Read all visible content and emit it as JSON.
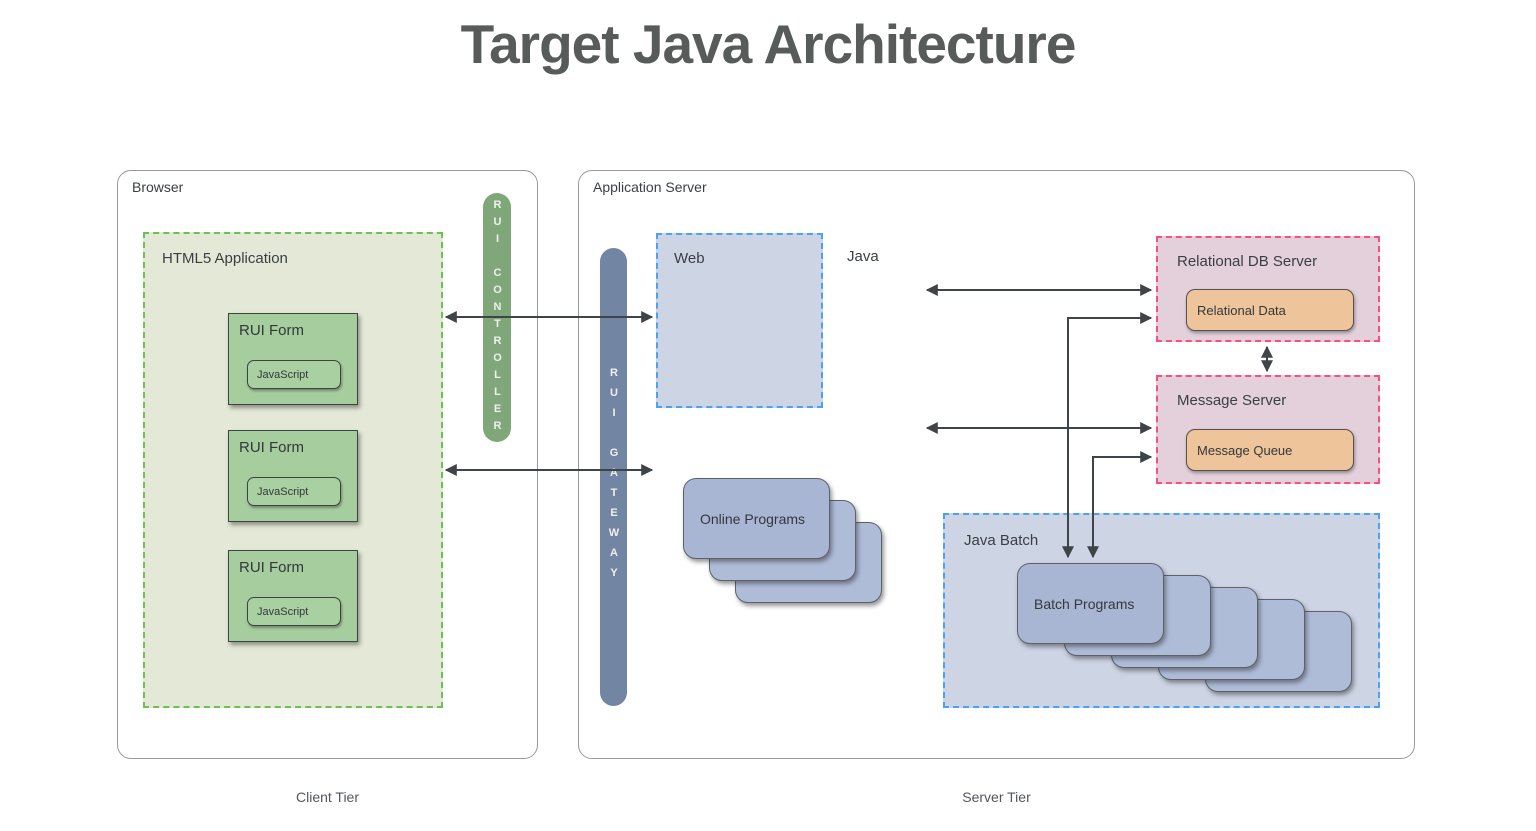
{
  "title": "Target Java Architecture",
  "tiers": {
    "client": "Client Tier",
    "server": "Server Tier"
  },
  "browser": {
    "label": "Browser",
    "controller_pill": "RUI CONTROLLER",
    "html5_app": {
      "label": "HTML5 Application"
    },
    "rui_forms": [
      {
        "label": "RUI Form",
        "inner_label": "JavaScript"
      },
      {
        "label": "RUI Form",
        "inner_label": "JavaScript"
      },
      {
        "label": "RUI Form",
        "inner_label": "JavaScript"
      }
    ]
  },
  "app_server": {
    "label": "Application Server",
    "gateway_pill": "RUI GATEWAY",
    "web": {
      "label": "Web"
    },
    "java": {
      "label": "Java",
      "online_programs_label": "Online Programs"
    },
    "java_batch": {
      "label": "Java Batch",
      "batch_programs_label": "Batch Programs"
    },
    "relational_db": {
      "label": "Relational DB Server",
      "inner_label": "Relational Data"
    },
    "message_server": {
      "label": "Message Server",
      "inner_label": "Message Queue"
    }
  },
  "colors": {
    "title_text": "#575c5b",
    "green_dash": "#6cc24f",
    "green_area_fill": "#e4e8d6",
    "green_card_fill": "#a6cd9e",
    "pill_green": "#7fa779",
    "pill_blue": "#7285a2",
    "blue_dash": "#4aa2f2",
    "blue_area_fill": "#cdd4e4",
    "blue_card_fill": "#a9b6d3",
    "pink_dash": "#f4517e",
    "pink_area_fill": "#e3d0db",
    "tan_fill": "#eec49a",
    "arrow": "#3f4449"
  }
}
